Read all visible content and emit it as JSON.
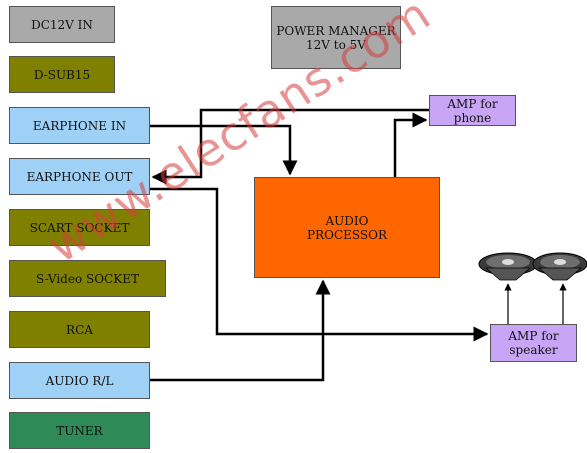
{
  "colors": {
    "gray": "#a9a9a9",
    "olive": "#808000",
    "light_blue": "#9fd0f5",
    "green": "#2e8b57",
    "orange": "#ff6600",
    "purple": "#c9a6f5",
    "line": "#000000",
    "watermark": "#d63c3c"
  },
  "inputs": {
    "dc12v": "DC12V IN",
    "dsub15": "D-SUB15",
    "earphone_in": "EARPHONE IN",
    "earphone_out": "EARPHONE OUT",
    "scart": "SCART SOCKET",
    "svideo": "S-Video SOCKET",
    "rca": "RCA",
    "audio_rl": "AUDIO R/L",
    "tuner": "TUNER"
  },
  "power_manager": "POWER MANAGER\n12V to 5V",
  "audio_processor": "AUDIO\nPROCESSOR",
  "amp_phone": "AMP for\nphone",
  "amp_speaker": "AMP for\nspeaker",
  "watermark": "www.elecfans.com",
  "icons": [
    "speaker-icon",
    "speaker-icon"
  ]
}
